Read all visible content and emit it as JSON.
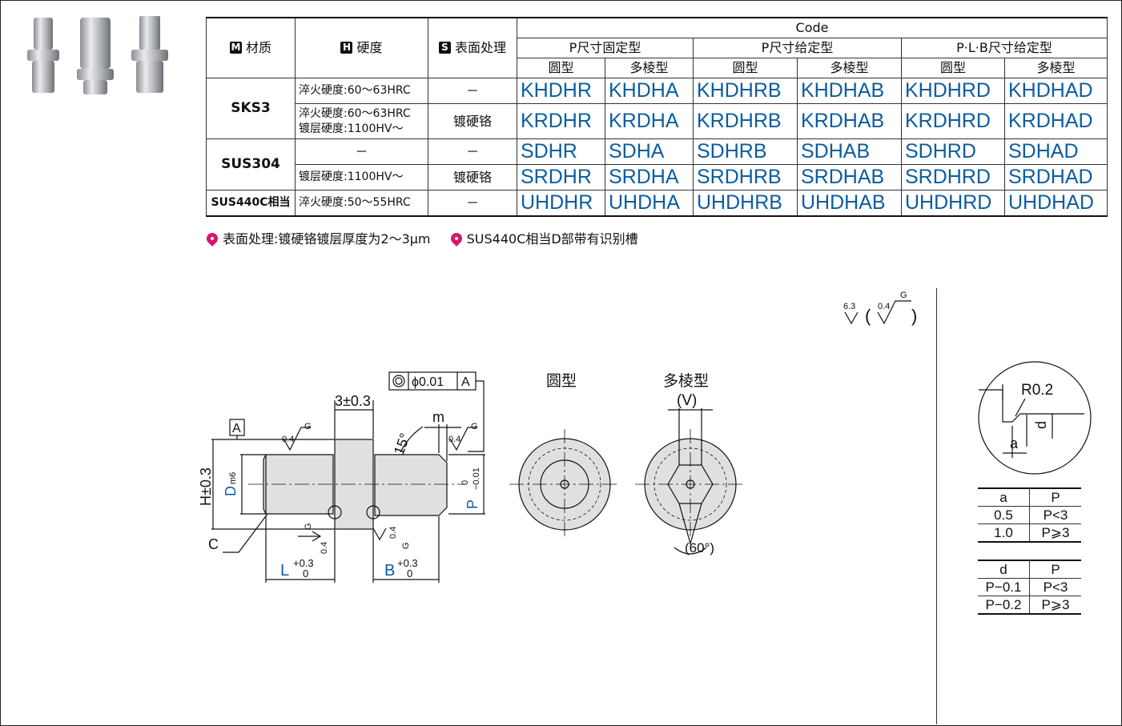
{
  "table": {
    "headers": {
      "material_tag": "M",
      "material": "材质",
      "hardness_tag": "H",
      "hardness": "硬度",
      "surface_tag": "S",
      "surface": "表面处理",
      "code": "Code",
      "group1": "P尺寸固定型",
      "group2": "P尺寸给定型",
      "group3": "P·L·B尺寸给定型",
      "round": "圆型",
      "polygon": "多棱型"
    },
    "rows": [
      {
        "material": "SKS3",
        "hardness": "淬火硬度:60～63HRC",
        "hardness2": "",
        "surface": "－",
        "codes": [
          "KHDHR",
          "KHDHA",
          "KHDHRB",
          "KHDHAB",
          "KHDHRD",
          "KHDHAD"
        ]
      },
      {
        "material": "",
        "hardness": "淬火硬度:60～63HRC",
        "hardness2": "镀层硬度:1100HV～",
        "surface": "镀硬铬",
        "codes": [
          "KRDHR",
          "KRDHA",
          "KRDHRB",
          "KRDHAB",
          "KRDHRD",
          "KRDHAD"
        ]
      },
      {
        "material": "SUS304",
        "hardness": "－",
        "hardness2": "",
        "surface": "－",
        "codes": [
          "SDHR",
          "SDHA",
          "SDHRB",
          "SDHAB",
          "SDHRD",
          "SDHAD"
        ]
      },
      {
        "material": "",
        "hardness": "镀层硬度:1100HV～",
        "hardness2": "",
        "surface": "镀硬铬",
        "codes": [
          "SRDHR",
          "SRDHA",
          "SRDHRB",
          "SRDHAB",
          "SRDHRD",
          "SRDHAD"
        ]
      },
      {
        "material": "SUS440C相当",
        "hardness": "淬火硬度:50～55HRC",
        "hardness2": "",
        "surface": "－",
        "codes": [
          "UHDHR",
          "UHDHA",
          "UHDHRB",
          "UHDHAB",
          "UHDHRD",
          "UHDHAD"
        ]
      }
    ]
  },
  "notes": [
    "表面处理:镀硬铬镀层厚度为2～3μm",
    "SUS440C相当D部带有识别槽"
  ],
  "drawing": {
    "roughness_main": "6.3",
    "roughness_sub": "0.4",
    "roughness_g": "G",
    "geo_tol": "ϕ0.01",
    "datum": "A",
    "dim_3": "3±0.3",
    "dim_15": "15°",
    "dim_m": "m",
    "dim_h": "H±0.3",
    "dim_d": "D",
    "dim_d_sub": "m6",
    "dim_p": "P",
    "dim_p_tol_up": "0",
    "dim_p_tol_down": "−0.01",
    "dim_c": "C",
    "dim_l": "L",
    "dim_b": "B",
    "tol_up": "+0.3",
    "tol_down": "0",
    "label_round": "圆型",
    "label_polygon": "多棱型",
    "dim_v": "(V)",
    "dim_60": "(60°)",
    "detail_r": "R0.2",
    "detail_a": "a",
    "detail_d": "d"
  },
  "table_a": {
    "headers": [
      "a",
      "P"
    ],
    "rows": [
      [
        "0.5",
        "P<3"
      ],
      [
        "1.0",
        "P⩾3"
      ]
    ]
  },
  "table_d": {
    "headers": [
      "d",
      "P"
    ],
    "rows": [
      [
        "P−0.1",
        "P<3"
      ],
      [
        "P−0.2",
        "P⩾3"
      ]
    ]
  }
}
